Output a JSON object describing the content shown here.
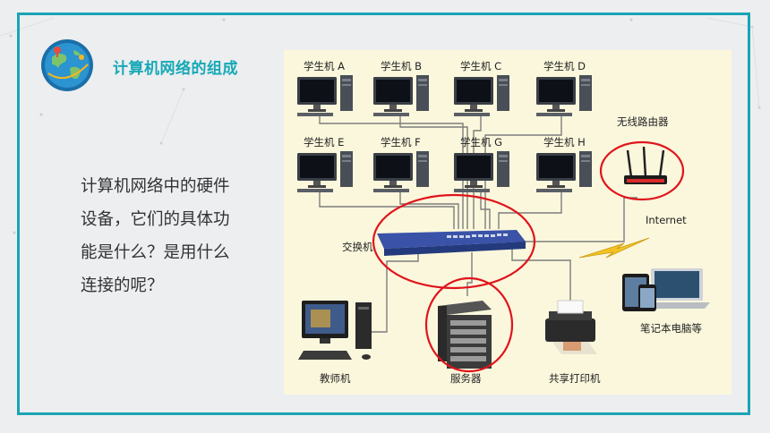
{
  "page": {
    "title": "计算机网络的组成"
  },
  "question": "计算机网络中的硬件设备，它们的具体功能是什么？是用什么连接的呢？",
  "diagram": {
    "student_pcs": [
      "学生机 A",
      "学生机 B",
      "学生机 C",
      "学生机 D",
      "学生机 E",
      "学生机 F",
      "学生机 G",
      "学生机 H"
    ],
    "router": "无线路由器",
    "internet": "Internet",
    "switch": "交换机",
    "laptops": "笔记本电脑等",
    "teacher_pc": "教师机",
    "server": "服务器",
    "printer": "共享打印机"
  },
  "colors": {
    "accent": "#1aa4b5",
    "highlight_circle": "#e0141c",
    "panel_bg": "#fbf7dc"
  }
}
